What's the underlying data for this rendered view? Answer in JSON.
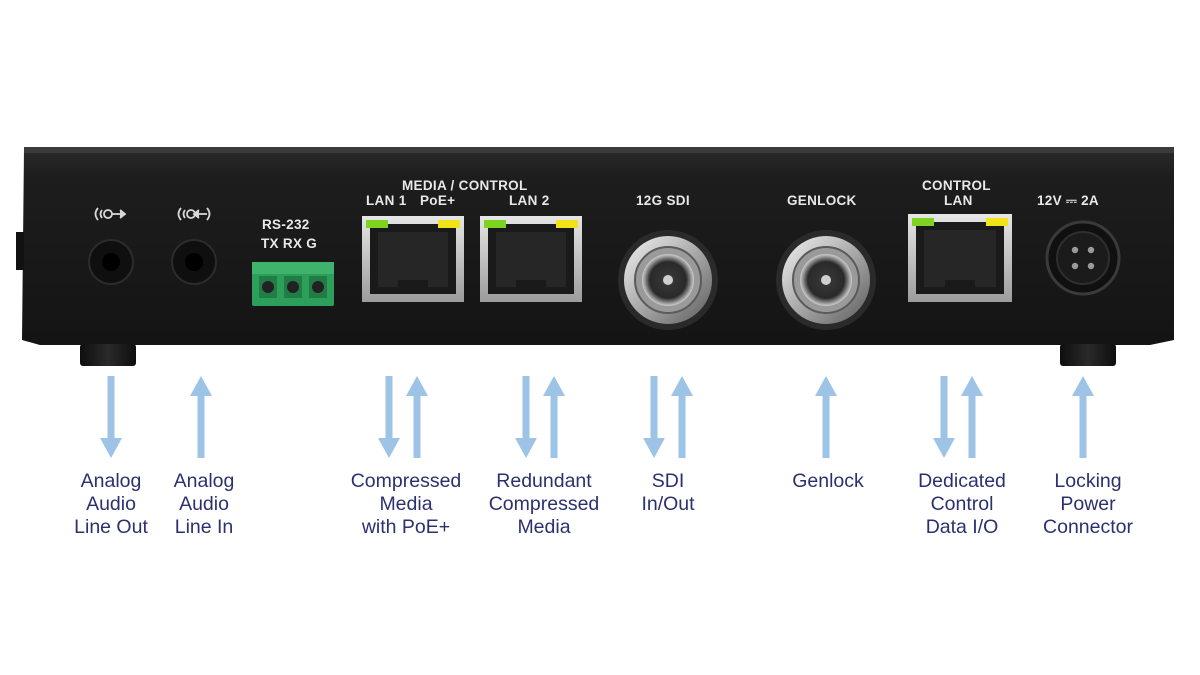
{
  "device": {
    "panel_labels": {
      "rs232": "RS-232",
      "rs232_pins": "TX RX G",
      "media_control": "MEDIA / CONTROL",
      "lan1": "LAN 1",
      "poe": "PoE+",
      "lan2": "LAN 2",
      "sdi": "12G  SDI",
      "genlock": "GENLOCK",
      "control": "CONTROL",
      "control_lan": "LAN",
      "power": "12V ⎓ 2A"
    },
    "icons": {
      "audio_out": "audio-line-out-icon",
      "audio_in": "audio-line-in-icon"
    }
  },
  "callouts": [
    {
      "id": "audio-out",
      "lines": [
        "Analog",
        "Audio",
        "Line Out"
      ],
      "arrows": "down"
    },
    {
      "id": "audio-in",
      "lines": [
        "Analog",
        "Audio",
        "Line In"
      ],
      "arrows": "up"
    },
    {
      "id": "compressed-media",
      "lines": [
        "Compressed",
        "Media",
        "with PoE+"
      ],
      "arrows": "both"
    },
    {
      "id": "redundant-media",
      "lines": [
        "Redundant",
        "Compressed",
        "Media"
      ],
      "arrows": "both"
    },
    {
      "id": "sdi",
      "lines": [
        "SDI",
        "In/Out"
      ],
      "arrows": "both"
    },
    {
      "id": "genlock",
      "lines": [
        "Genlock"
      ],
      "arrows": "up"
    },
    {
      "id": "control-data",
      "lines": [
        "Dedicated",
        "Control",
        "Data I/O"
      ],
      "arrows": "both"
    },
    {
      "id": "power",
      "lines": [
        "Locking",
        "Power",
        "Connector"
      ],
      "arrows": "up"
    }
  ],
  "colors": {
    "chassis": "#1c1c1d",
    "arrow": "#9dc3e6",
    "caption_text": "#2b3170",
    "panel_text": "#e8e8e8",
    "led_green": "#7ed321",
    "led_yellow": "#f2e21a",
    "terminal_green": "#2e9e5b"
  }
}
